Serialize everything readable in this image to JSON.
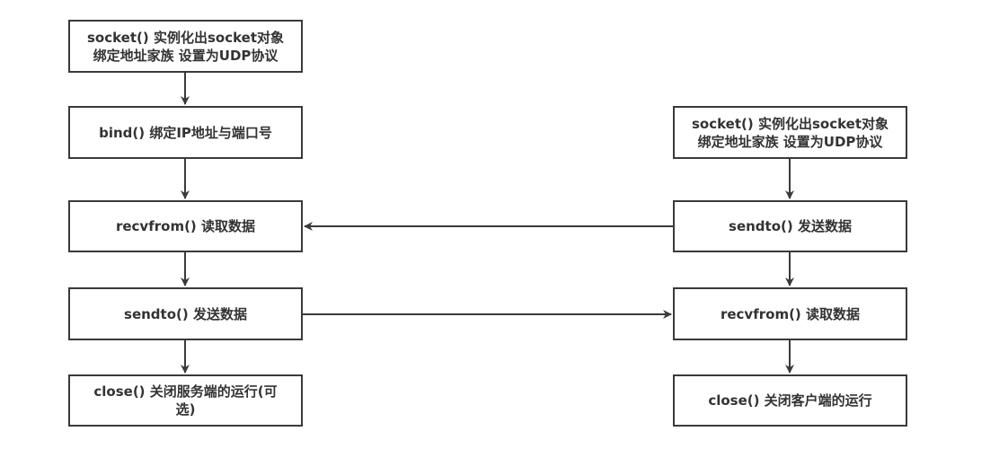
{
  "server": {
    "step1": "socket()  实例化出socket对象\n绑定地址家族  设置为UDP协议",
    "step2": "bind() 绑定IP地址与端口号",
    "step3": "recvfrom()  读取数据",
    "step4": "sendto() 发送数据",
    "step5": "close()  关闭服务端的运行(可\n选)"
  },
  "client": {
    "step1": "socket()  实例化出socket对象\n绑定地址家族 设置为UDP协议",
    "step2": "sendto() 发送数据",
    "step3": "recvfrom() 读取数据",
    "step4": "close() 关闭客户端的运行"
  },
  "colors": {
    "stroke": "#3a3a3a",
    "text": "#333333",
    "background": "#ffffff"
  }
}
